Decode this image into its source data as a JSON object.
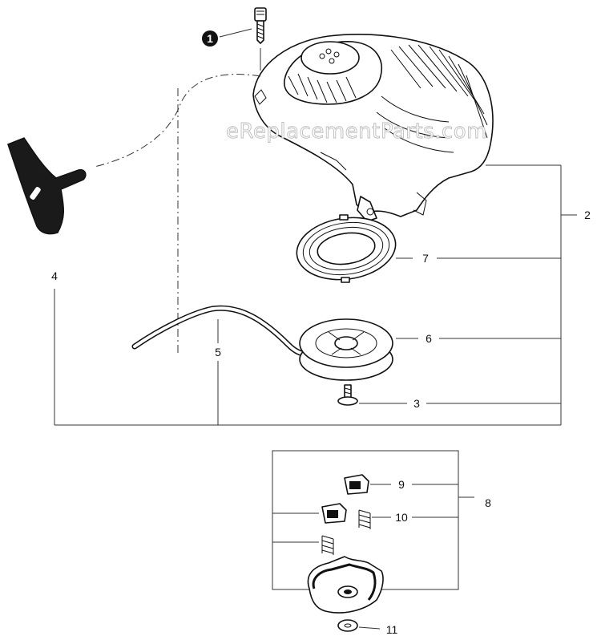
{
  "watermark": "eReplacementParts.com",
  "callouts": {
    "c1": "1",
    "c2": "2",
    "c3": "3",
    "c4": "4",
    "c5": "5",
    "c6": "6",
    "c7": "7",
    "c8": "8",
    "c9": "9",
    "c10": "10",
    "c11": "11"
  },
  "colors": {
    "line": "#333333",
    "ink": "#111111",
    "watermark": "#bdbdbd"
  }
}
